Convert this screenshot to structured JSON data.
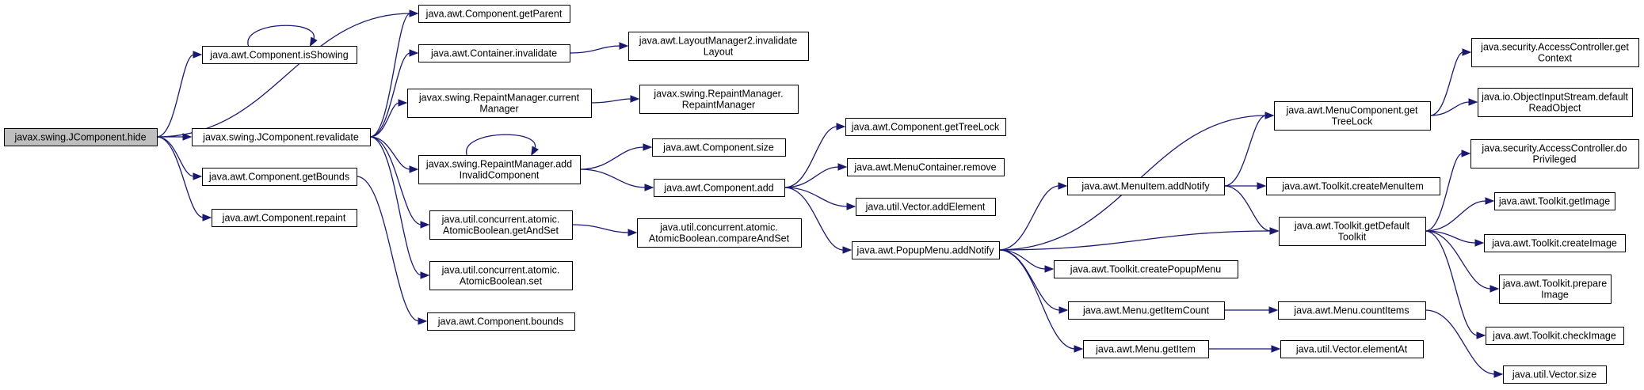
{
  "nodes": [
    {
      "id": "n0",
      "lines": [
        "javax.swing.JComponent.hide"
      ],
      "root": true
    },
    {
      "id": "n1",
      "lines": [
        "java.awt.Component.isShowing"
      ]
    },
    {
      "id": "n2",
      "lines": [
        "javax.swing.JComponent.revalidate"
      ]
    },
    {
      "id": "n3",
      "lines": [
        "java.awt.Component.getBounds"
      ]
    },
    {
      "id": "n4",
      "lines": [
        "java.awt.Component.repaint"
      ]
    },
    {
      "id": "n5",
      "lines": [
        "java.awt.Component.getParent"
      ]
    },
    {
      "id": "n6",
      "lines": [
        "java.awt.Container.invalidate"
      ]
    },
    {
      "id": "n7",
      "lines": [
        "javax.swing.RepaintManager.current",
        "Manager"
      ]
    },
    {
      "id": "n8",
      "lines": [
        "javax.swing.RepaintManager.add",
        "InvalidComponent"
      ]
    },
    {
      "id": "n9",
      "lines": [
        "java.util.concurrent.atomic.",
        "AtomicBoolean.getAndSet"
      ]
    },
    {
      "id": "n10",
      "lines": [
        "java.util.concurrent.atomic.",
        "AtomicBoolean.set"
      ]
    },
    {
      "id": "n11",
      "lines": [
        "java.awt.Component.bounds"
      ]
    },
    {
      "id": "n12",
      "lines": [
        "java.awt.LayoutManager2.invalidate",
        "Layout"
      ]
    },
    {
      "id": "n13",
      "lines": [
        "javax.swing.RepaintManager.",
        "RepaintManager"
      ]
    },
    {
      "id": "n14",
      "lines": [
        "java.awt.Component.size"
      ]
    },
    {
      "id": "n15",
      "lines": [
        "java.awt.Component.add"
      ]
    },
    {
      "id": "n16",
      "lines": [
        "java.util.concurrent.atomic.",
        "AtomicBoolean.compareAndSet"
      ]
    },
    {
      "id": "n17",
      "lines": [
        "java.awt.Component.getTreeLock"
      ]
    },
    {
      "id": "n18",
      "lines": [
        "java.awt.MenuContainer.remove"
      ]
    },
    {
      "id": "n19",
      "lines": [
        "java.util.Vector.addElement"
      ]
    },
    {
      "id": "n20",
      "lines": [
        "java.awt.PopupMenu.addNotify"
      ]
    },
    {
      "id": "n21",
      "lines": [
        "java.awt.MenuItem.addNotify"
      ]
    },
    {
      "id": "n22",
      "lines": [
        "java.awt.Toolkit.createPopupMenu"
      ]
    },
    {
      "id": "n23",
      "lines": [
        "java.awt.Menu.getItemCount"
      ]
    },
    {
      "id": "n24",
      "lines": [
        "java.awt.Menu.getItem"
      ]
    },
    {
      "id": "n25",
      "lines": [
        "java.awt.MenuComponent.get",
        "TreeLock"
      ]
    },
    {
      "id": "n26",
      "lines": [
        "java.awt.Toolkit.createMenuItem"
      ]
    },
    {
      "id": "n27",
      "lines": [
        "java.awt.Toolkit.getDefault",
        "Toolkit"
      ]
    },
    {
      "id": "n28",
      "lines": [
        "java.awt.Menu.countItems"
      ]
    },
    {
      "id": "n29",
      "lines": [
        "java.util.Vector.elementAt"
      ]
    },
    {
      "id": "n30",
      "lines": [
        "java.security.AccessController.get",
        "Context"
      ]
    },
    {
      "id": "n31",
      "lines": [
        "java.io.ObjectInputStream.default",
        "ReadObject"
      ]
    },
    {
      "id": "n32",
      "lines": [
        "java.security.AccessController.do",
        "Privileged"
      ]
    },
    {
      "id": "n33",
      "lines": [
        "java.awt.Toolkit.getImage"
      ]
    },
    {
      "id": "n34",
      "lines": [
        "java.awt.Toolkit.createImage"
      ]
    },
    {
      "id": "n35",
      "lines": [
        "java.awt.Toolkit.prepare",
        "Image"
      ]
    },
    {
      "id": "n36",
      "lines": [
        "java.awt.Toolkit.checkImage"
      ]
    },
    {
      "id": "n37",
      "lines": [
        "java.util.Vector.size"
      ]
    }
  ],
  "edges": [
    [
      "n0",
      "n1"
    ],
    [
      "n0",
      "n5"
    ],
    [
      "n0",
      "n2"
    ],
    [
      "n0",
      "n3"
    ],
    [
      "n0",
      "n4"
    ],
    [
      "n1",
      "n1"
    ],
    [
      "n2",
      "n5"
    ],
    [
      "n2",
      "n6"
    ],
    [
      "n2",
      "n7"
    ],
    [
      "n2",
      "n8"
    ],
    [
      "n2",
      "n9"
    ],
    [
      "n2",
      "n10"
    ],
    [
      "n3",
      "n11"
    ],
    [
      "n6",
      "n12"
    ],
    [
      "n7",
      "n13"
    ],
    [
      "n8",
      "n8"
    ],
    [
      "n8",
      "n14"
    ],
    [
      "n8",
      "n15"
    ],
    [
      "n9",
      "n16"
    ],
    [
      "n15",
      "n17"
    ],
    [
      "n15",
      "n18"
    ],
    [
      "n15",
      "n19"
    ],
    [
      "n15",
      "n20"
    ],
    [
      "n20",
      "n25"
    ],
    [
      "n20",
      "n21"
    ],
    [
      "n20",
      "n27"
    ],
    [
      "n20",
      "n22"
    ],
    [
      "n20",
      "n23"
    ],
    [
      "n20",
      "n24"
    ],
    [
      "n21",
      "n25"
    ],
    [
      "n21",
      "n26"
    ],
    [
      "n21",
      "n27"
    ],
    [
      "n23",
      "n28"
    ],
    [
      "n24",
      "n29"
    ],
    [
      "n25",
      "n30"
    ],
    [
      "n25",
      "n31"
    ],
    [
      "n27",
      "n32"
    ],
    [
      "n27",
      "n33"
    ],
    [
      "n27",
      "n34"
    ],
    [
      "n27",
      "n35"
    ],
    [
      "n27",
      "n36"
    ],
    [
      "n28",
      "n37"
    ]
  ]
}
